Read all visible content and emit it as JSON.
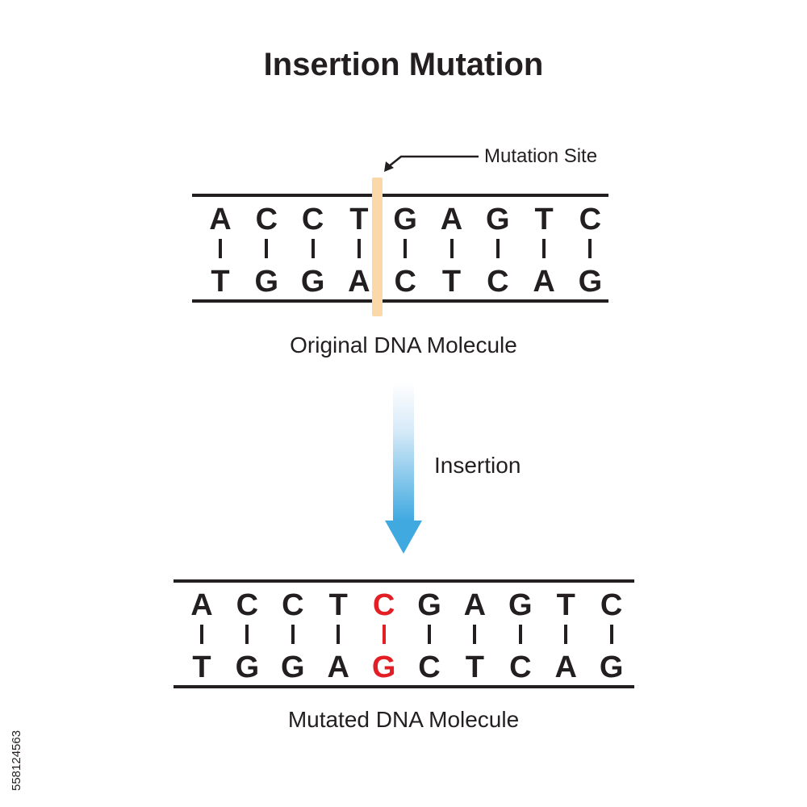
{
  "title": "Insertion Mutation",
  "mutation_site_label": "Mutation Site",
  "original": {
    "caption": "Original DNA Molecule",
    "top_strand": [
      "A",
      "C",
      "C",
      "T",
      "G",
      "A",
      "G",
      "T",
      "C"
    ],
    "bottom_strand": [
      "T",
      "G",
      "G",
      "A",
      "C",
      "T",
      "C",
      "A",
      "G"
    ]
  },
  "process_label": "Insertion",
  "mutated": {
    "caption": "Mutated DNA Molecule",
    "top_strand": [
      "A",
      "C",
      "C",
      "T",
      "C",
      "G",
      "A",
      "G",
      "T",
      "C"
    ],
    "bottom_strand": [
      "T",
      "G",
      "G",
      "A",
      "G",
      "C",
      "T",
      "C",
      "A",
      "G"
    ],
    "inserted_index": 4
  },
  "stock_id": "558124563",
  "colors": {
    "text": "#231f20",
    "inserted_base": "#e31e24",
    "mutation_site_highlight": "#fbd8a7",
    "arrow_top": "#e6f2fb",
    "arrow_bottom": "#3fa9e0"
  }
}
